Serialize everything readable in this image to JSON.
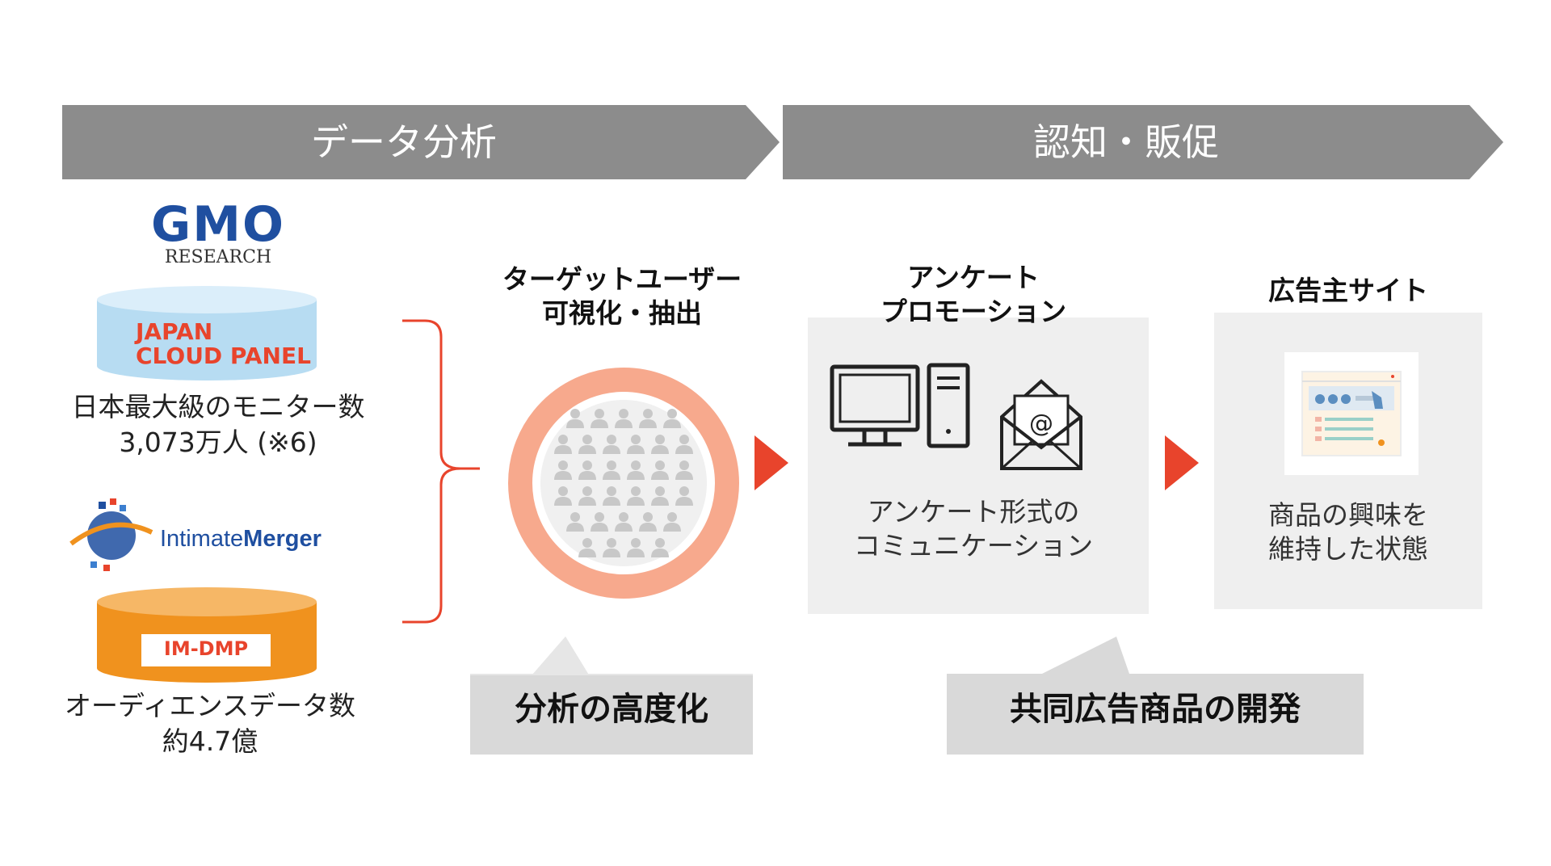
{
  "banners": {
    "left": "データ分析",
    "right": "認知・販促"
  },
  "gmo": {
    "logo_main": "GMO",
    "logo_sub": "RESEARCH",
    "db_line1": "JAPAN",
    "db_line2": "CLOUD PANEL",
    "caption_line1": "日本最大級のモニター数",
    "caption_line2": "3,073万人 (※6)"
  },
  "im": {
    "logo_part1": "Intimate",
    "logo_part2": "Merger",
    "db_label": "IM-DMP",
    "caption_line1": "オーディエンスデータ数",
    "caption_line2": "約4.7億"
  },
  "target": {
    "title_line1": "ターゲットユーザー",
    "title_line2": "可視化・抽出"
  },
  "survey": {
    "title_line1": "アンケート",
    "title_line2": "プロモーション",
    "text_line1": "アンケート形式の",
    "text_line2": "コミュニケーション"
  },
  "advertiser": {
    "title": "広告主サイト",
    "text_line1": "商品の興味を",
    "text_line2": "維持した状態"
  },
  "callouts": {
    "left": "分析の高度化",
    "right": "共同広告商品の開発"
  },
  "colors": {
    "banner": "#8c8c8c",
    "bracket": "#e8442c",
    "arrow": "#e8442c",
    "ring": "#f7a98d",
    "gmo_blue": "#1f4fa0",
    "db_blue": "#b7dcf2",
    "db_orange": "#f0921e",
    "callout": "#d9d9d9"
  },
  "icons": [
    "desktop-computer-icon",
    "email-envelope-icon",
    "website-icon",
    "user-silhouette-icon"
  ]
}
